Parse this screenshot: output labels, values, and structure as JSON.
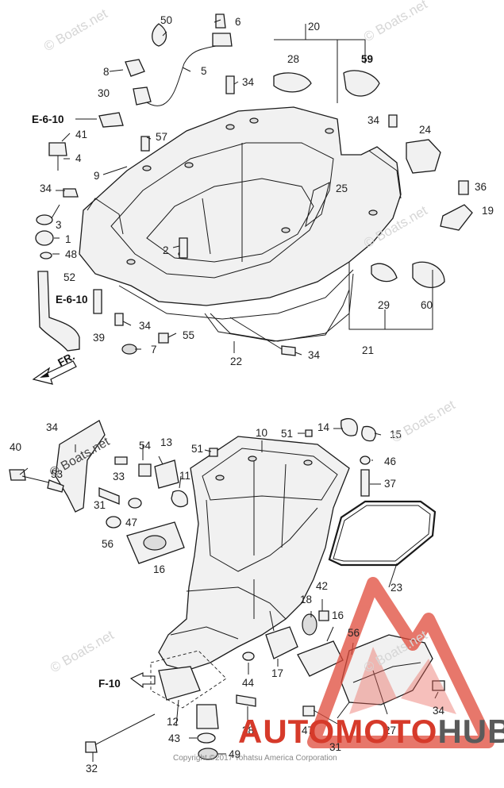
{
  "watermark": "© Boats.net",
  "logo": {
    "text_a": "AUTO",
    "text_b": "MOTO",
    "text_c": "HUB",
    "color": "#d63a2a"
  },
  "copyright": "Copyright ©2017 Tohatsu America Corporation",
  "refs": {
    "ref_e610_top": "E-6-10",
    "ref_e610_mid": "E-6-10",
    "ref_f10": "F-10",
    "fr_arrow": "FR."
  },
  "parts": {
    "p50": "50",
    "p6": "6",
    "p20": "20",
    "p28": "28",
    "p59": "59",
    "p8": "8",
    "p5": "5",
    "p34a": "34",
    "p30": "30",
    "p41": "41",
    "p57": "57",
    "p4": "4",
    "p34b": "34",
    "p24": "24",
    "p9": "9",
    "p34c": "34",
    "p25": "25",
    "p36": "36",
    "p3": "3",
    "p19": "19",
    "p1": "1",
    "p2": "2",
    "p48": "48",
    "p52": "52",
    "p29": "29",
    "p60": "60",
    "p39": "39",
    "p34d": "34",
    "p55": "55",
    "p7": "7",
    "p22": "22",
    "p34e": "34",
    "p21": "21",
    "p34f": "34",
    "p40": "40",
    "p54": "54",
    "p13": "13",
    "p51a": "51",
    "p10": "10",
    "p51b": "51",
    "p14": "14",
    "p15": "15",
    "p53": "53",
    "p33": "33",
    "p46": "46",
    "p11": "11",
    "p37": "37",
    "p31a": "31",
    "p47a": "47",
    "p56a": "56",
    "p16a": "16",
    "p23": "23",
    "p42": "42",
    "p18": "18",
    "p16b": "16",
    "p56b": "56",
    "p17": "17",
    "p44": "44",
    "p34g": "34",
    "p12": "12",
    "p38": "38",
    "p47b": "47",
    "p27": "27",
    "p31b": "31",
    "p43": "43",
    "p49": "49",
    "p32": "32"
  }
}
